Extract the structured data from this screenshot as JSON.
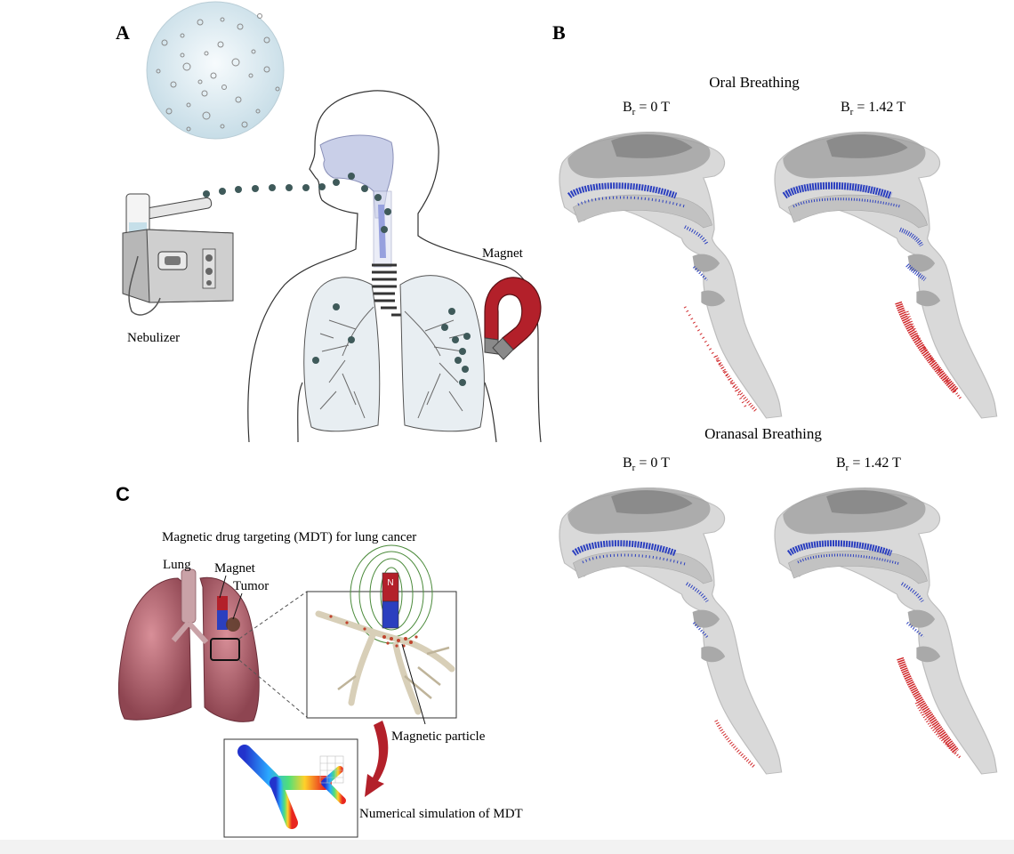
{
  "panels": {
    "a": {
      "letter": "A",
      "nebulizer_label": "Nebulizer",
      "magnet_label": "Magnet"
    },
    "b": {
      "letter": "B",
      "oral": {
        "title": "Oral Breathing",
        "left_sym": "B",
        "left_sub": "r",
        "left_val": " = 0 T",
        "right_sym": "B",
        "right_sub": "r",
        "right_val": " = 1.42 T"
      },
      "oranasal": {
        "title": "Oranasal Breathing",
        "left_sym": "B",
        "left_sub": "r",
        "left_val": " = 0 T",
        "right_sym": "B",
        "right_sub": "r",
        "right_val": " = 1.42 T"
      }
    },
    "c": {
      "letter": "C",
      "title": "Magnetic drug targeting (MDT) for lung cancer",
      "lung_label": "Lung",
      "magnet_label": "Magnet",
      "tumor_label": "Tumor",
      "particle_label": "Magnetic particle",
      "simulation_label": "Numerical simulation of MDT",
      "magnet_pole": "N"
    }
  },
  "colors": {
    "magnet_red": "#b3202a",
    "particle_blue": "#2b3fbf",
    "particle_red": "#d0282b",
    "airway_gray": "#d9d9d9"
  }
}
